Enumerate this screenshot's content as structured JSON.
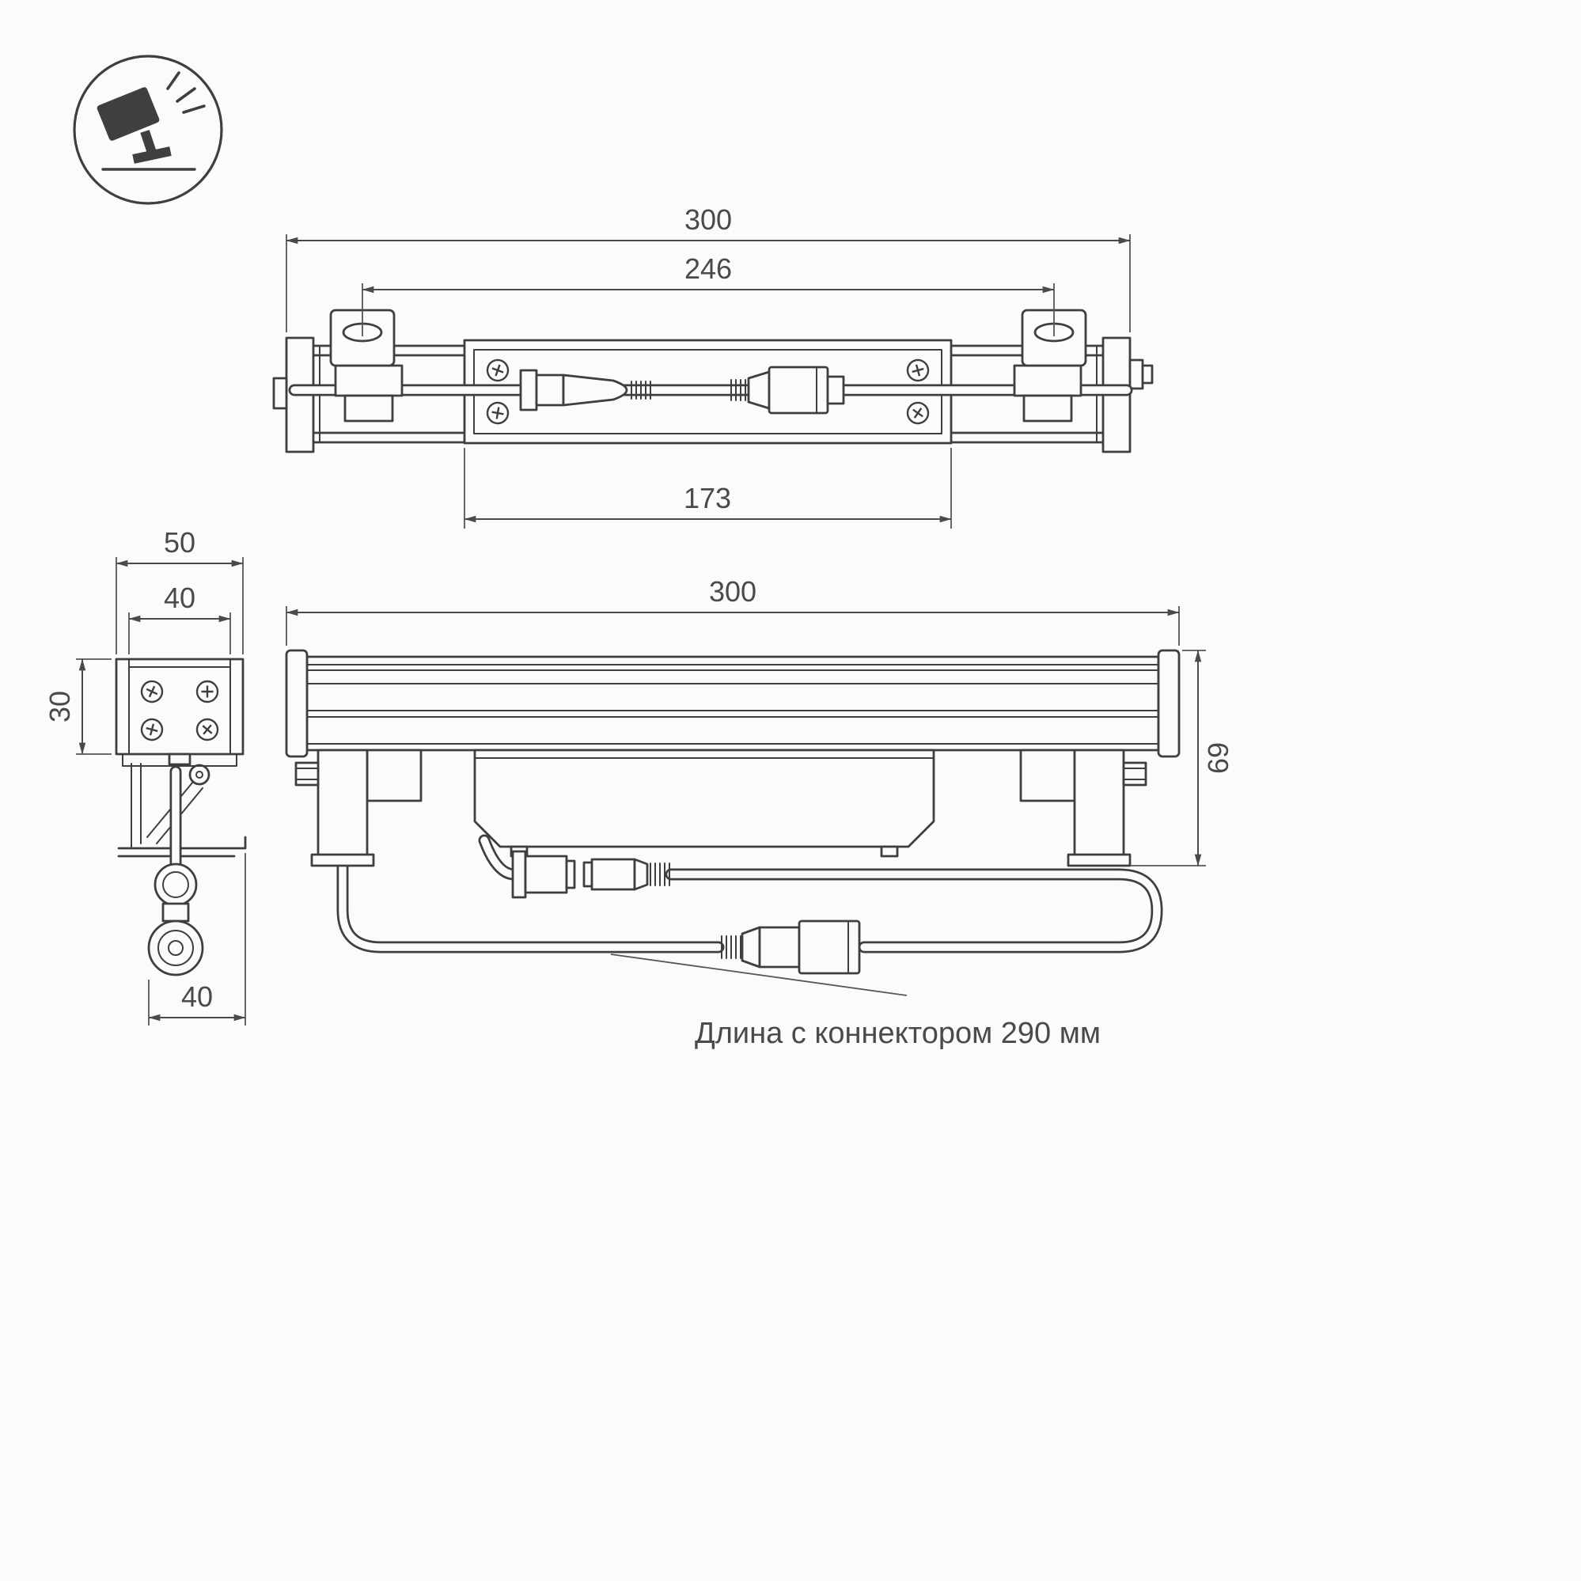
{
  "icon": {
    "name": "spot-luminaire-icon"
  },
  "dimensions": {
    "top_overall": "300",
    "top_bracket_span": "246",
    "top_body_length": "173",
    "side_outer_width": "50",
    "side_inner_width": "40",
    "side_height": "30",
    "side_bottom_width": "40",
    "front_length": "300",
    "front_height": "69"
  },
  "annotation": {
    "connector_length_note": "Длина с коннектором 290 мм"
  },
  "colors": {
    "line": "#3f3f3f",
    "dim": "#4a4a4a",
    "background": "#fbfbfb"
  }
}
